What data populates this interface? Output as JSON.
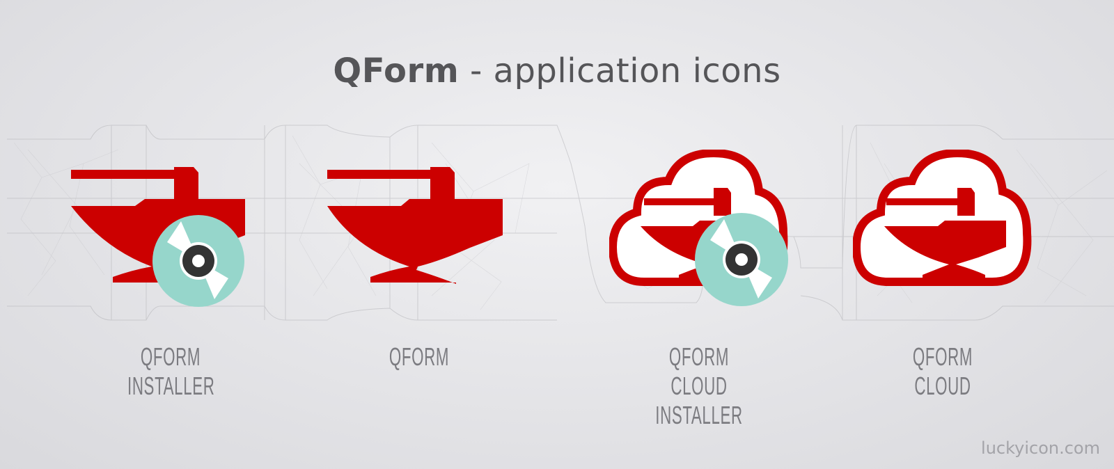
{
  "header": {
    "title_bold": "QForm",
    "title_rest": " - application icons"
  },
  "icons": [
    {
      "id": "qform-installer",
      "label": "QFORM\nINSTALLER",
      "type": "anvil",
      "overlay": "disc"
    },
    {
      "id": "qform",
      "label": "QFORM",
      "type": "anvil",
      "overlay": "none"
    },
    {
      "id": "qform-cloud-installer",
      "label": "QFORM CLOUD\nINSTALLER",
      "type": "cloud-anvil",
      "overlay": "disc"
    },
    {
      "id": "qform-cloud",
      "label": "QFORM CLOUD",
      "type": "cloud-anvil",
      "overlay": "none"
    }
  ],
  "colors": {
    "brand_red": "#cc0000",
    "disc_teal": "#96d6cb",
    "disc_center": "#333333",
    "title_text": "#555558",
    "label_text": "#7b7b80",
    "background": "#e4e4e7"
  },
  "footer": {
    "credit": "luckyicon.com"
  }
}
